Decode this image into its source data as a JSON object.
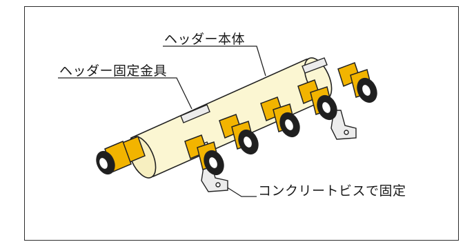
{
  "labels": {
    "header_body": "ヘッダー本体",
    "header_bracket": "ヘッダー固定金具",
    "screw": "コンクリートビスで固定"
  },
  "colors": {
    "pipe_body": "#fbf6d2",
    "fitting_gold": "#f2b400",
    "cap_black": "#1f1f1f",
    "outline": "#222222",
    "bracket": "#ececec"
  }
}
